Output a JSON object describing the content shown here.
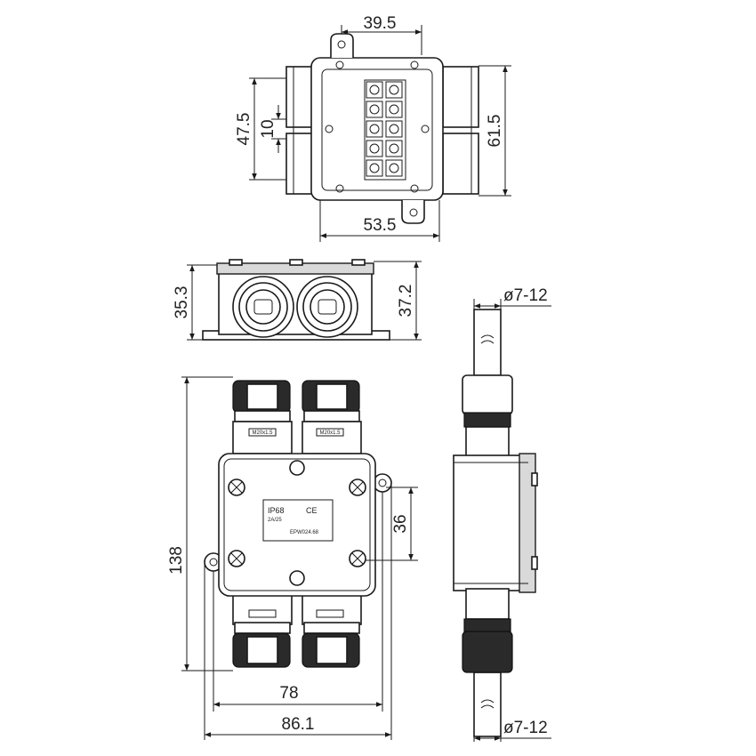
{
  "dimensions": {
    "top_width_inner": "39.5",
    "top_width_outer": "53.5",
    "top_height_outer": "61.5",
    "top_height_inner": "47.5",
    "top_pitch": "10",
    "front_height_left": "35.3",
    "front_height_right": "37.2",
    "mount_pitch": "36",
    "total_length": "138",
    "width_inner": "78",
    "width_outer": "86.1",
    "cable_top": "ø7-12",
    "cable_bottom": "ø7-12"
  },
  "labels": {
    "ip_rating": "IP68",
    "ce_mark": "CE",
    "model": "EPW024.68",
    "gland_label": "M20x1.5",
    "small_lines": "2A/25"
  }
}
